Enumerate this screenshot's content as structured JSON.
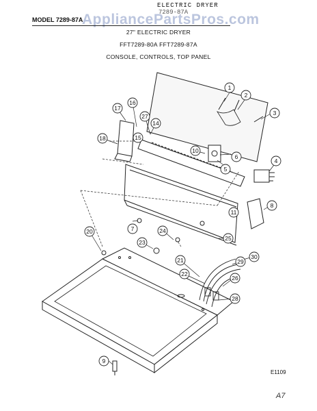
{
  "header": {
    "top_title": "ELECTRIC DRYER",
    "top_model": "7289-87A",
    "model_label": "MODEL 7289-87A",
    "watermark": "AppliancePartsPros.com"
  },
  "diagram": {
    "title": "27\" ELECTRIC DRYER",
    "models": "FFT7289-80A  FFT7289-87A",
    "section": "CONSOLE, CONTROLS, TOP PANEL",
    "figure_code": "E1109",
    "page_mark": "A7"
  },
  "callouts": [
    "1",
    "2",
    "3",
    "4",
    "5",
    "6",
    "7",
    "8",
    "9",
    "10",
    "11",
    "14",
    "15",
    "16",
    "17",
    "18",
    "20",
    "21",
    "22",
    "23",
    "24",
    "25",
    "26",
    "27",
    "28",
    "29",
    "30"
  ]
}
